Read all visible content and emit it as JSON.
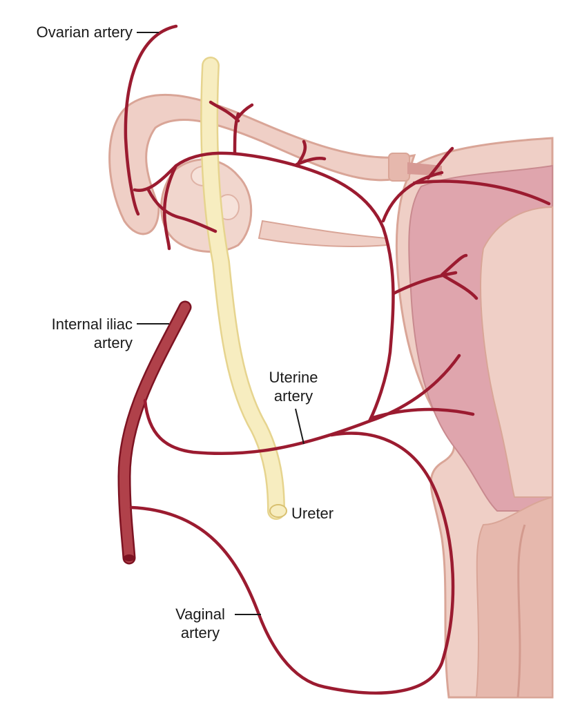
{
  "labels": {
    "ovarian_artery": "Ovarian artery",
    "internal_iliac_line1": "Internal iliac",
    "internal_iliac_line2": "artery",
    "uterine_line1": "Uterine",
    "uterine_line2": "artery",
    "ureter": "Ureter",
    "vaginal_line1": "Vaginal",
    "vaginal_line2": "artery"
  },
  "colors": {
    "artery": "#9b1b30",
    "iliac_fill": "#b0414a",
    "tissue": "#efcfc6",
    "tissue_outline": "#d9a597",
    "muscle": "#dfa5ad",
    "ureter": "#f7edc0",
    "ureter_outline": "#e6d48e"
  }
}
